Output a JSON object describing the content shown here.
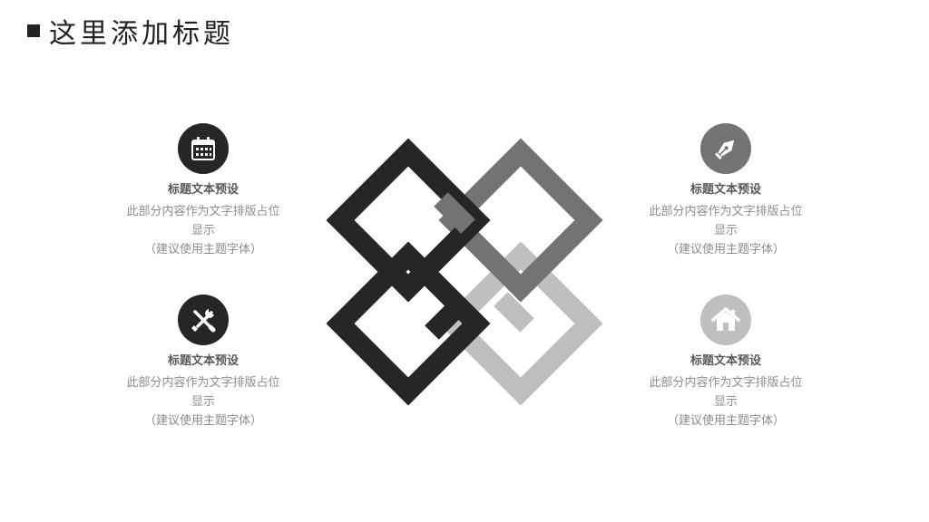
{
  "header": {
    "title": "这里添加标题"
  },
  "items": [
    {
      "icon": "calendar-icon",
      "color": "#262626",
      "title": "标题文本预设",
      "desc_line1": "此部分内容作为文字排版占位",
      "desc_line2": "显示",
      "desc_line3": "（建议使用主题字体）"
    },
    {
      "icon": "pen-nib-icon",
      "color": "#737373",
      "title": "标题文本预设",
      "desc_line1": "此部分内容作为文字排版占位",
      "desc_line2": "显示",
      "desc_line3": "（建议使用主题字体）"
    },
    {
      "icon": "tools-icon",
      "color": "#262626",
      "title": "标题文本预设",
      "desc_line1": "此部分内容作为文字排版占位",
      "desc_line2": "显示",
      "desc_line3": "（建议使用主题字体）"
    },
    {
      "icon": "home-icon",
      "color": "#bfbfbf",
      "title": "标题文本预设",
      "desc_line1": "此部分内容作为文字排版占位",
      "desc_line2": "显示",
      "desc_line3": "（建议使用主题字体）"
    }
  ],
  "graphic": {
    "colors": {
      "top_left": "#262626",
      "top_right": "#737373",
      "bottom_left": "#262626",
      "bottom_right": "#bfbfbf"
    }
  }
}
